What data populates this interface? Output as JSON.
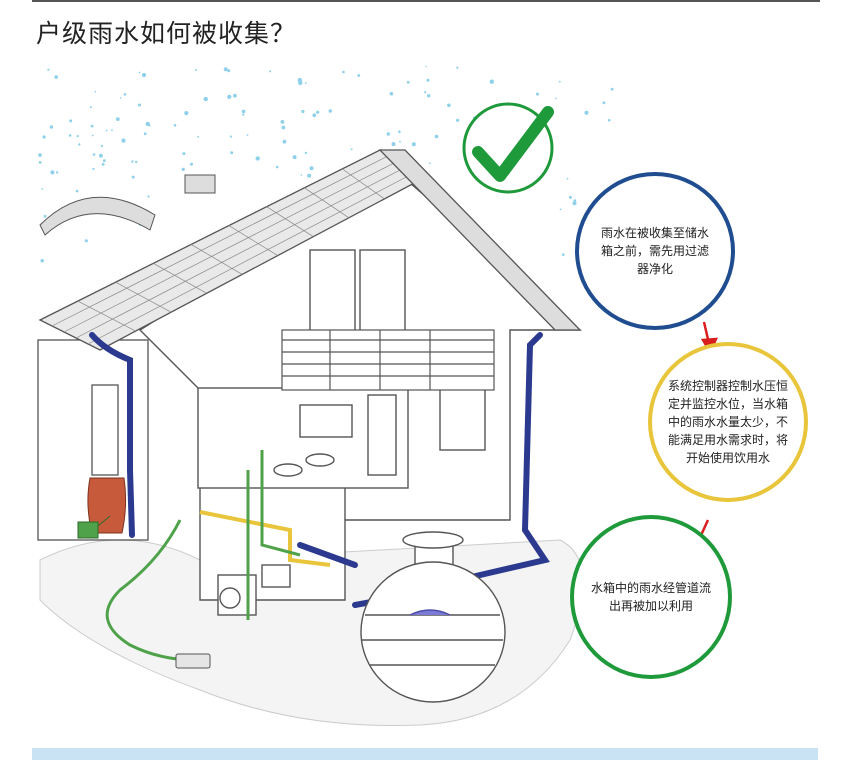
{
  "title": "户级雨水如何被收集？",
  "callouts": [
    {
      "text": "雨水在被收集至储水箱之前，需先用过滤器净化",
      "color": "#1f4d8f"
    },
    {
      "text": "系统控制器控制水压恒定并监控水位，当水箱中的雨水水量太少，不能满足用水需求时，将开始使用饮用水",
      "color": "#e8c53a"
    },
    {
      "text": "水箱中的雨水经管道流出再被加以利用",
      "color": "#1f9a3a"
    }
  ],
  "colors": {
    "rain": "#8fd0ea",
    "downpipe": "#2b3a8f",
    "check": "#1f9a3a",
    "arrow": "#d81e1e",
    "yellow_pipe": "#e8c53a",
    "green_hose": "#4fa24a"
  },
  "icons": [
    "checkmark-icon"
  ]
}
